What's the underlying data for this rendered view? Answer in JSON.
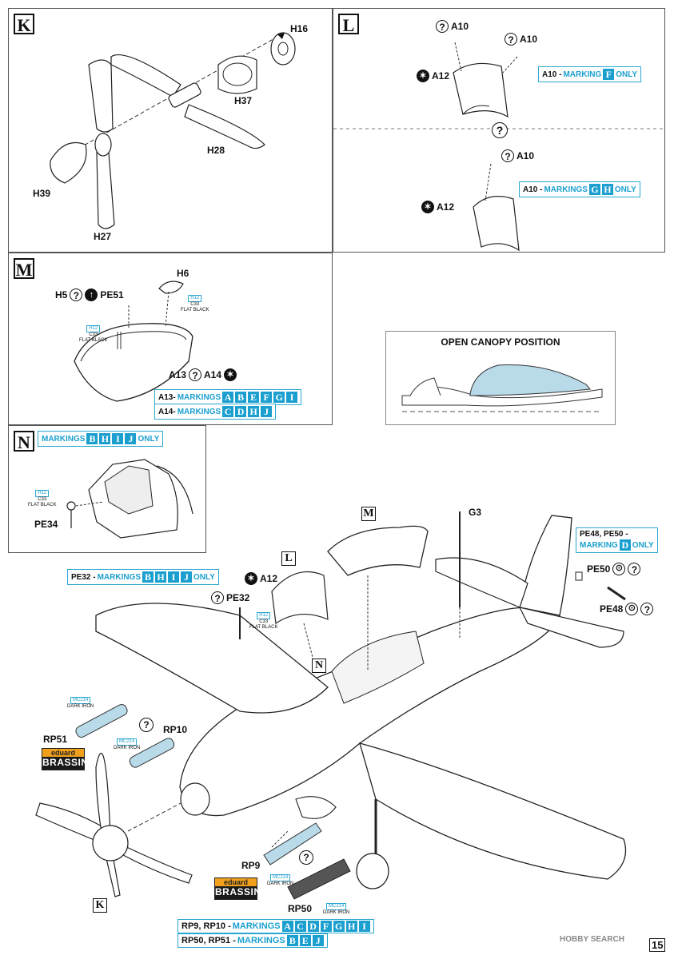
{
  "steps": {
    "K": {
      "letter": "K",
      "parts": [
        "H16",
        "H37",
        "H28",
        "H39",
        "H27"
      ]
    },
    "L": {
      "letter": "L",
      "top": {
        "a10_left": "A10",
        "a10_right": "A10",
        "a12": "A12",
        "note_part": "A10 - ",
        "note_text": "MARKING ",
        "note_tags": [
          "F"
        ],
        "note_suffix": " ONLY"
      },
      "bottom": {
        "a10": "A10",
        "a12": "A12",
        "note_part": "A10 - ",
        "note_text": "MARKINGS ",
        "note_tags": [
          "G",
          "H"
        ],
        "note_suffix": " ONLY"
      }
    },
    "M": {
      "letter": "M",
      "h6": "H6",
      "h5": "H5",
      "pe51": "PE51",
      "paint_code": "H12",
      "paint_code2": "C33",
      "paint_name": "FLAT BLACK",
      "a13": "A13",
      "a14": "A14",
      "note_a13_part": "A13- ",
      "note_a13_text": "MARKINGS ",
      "note_a13_tags": [
        "A",
        "B",
        "E",
        "F",
        "G",
        "I"
      ],
      "note_a14_part": "A14- ",
      "note_a14_text": "MARKINGS ",
      "note_a14_tags": [
        "C",
        "D",
        "H",
        "J"
      ]
    },
    "open_canopy": {
      "title": "OPEN CANOPY POSITION"
    },
    "N": {
      "letter": "N",
      "note_text": "MARKINGS ",
      "note_tags": [
        "B",
        "H",
        "I",
        "J"
      ],
      "note_suffix": " ONLY",
      "paint_code": "H12",
      "paint_code2": "C33",
      "paint_name": "FLAT BLACK",
      "pe34": "PE34"
    }
  },
  "main": {
    "pe32_note_part": "PE32 - ",
    "pe32_note_text": "MARKINGS ",
    "pe32_note_tags": [
      "B",
      "H",
      "I",
      "J"
    ],
    "pe32_note_suffix": " ONLY",
    "a12": "A12",
    "pe32": "PE32",
    "pe32_paint_code": "H12",
    "pe32_paint_code2": "C33",
    "pe32_paint_name": "FLAT BLACK",
    "g3": "G3",
    "tail_note_line1": "PE48, PE50 -",
    "tail_note_text": "MARKING ",
    "tail_note_tags": [
      "D"
    ],
    "tail_note_suffix": " ONLY",
    "pe50": "PE50",
    "pe48": "PE48",
    "rp51": "RP51",
    "rp10": "RP10",
    "rp9": "RP9",
    "rp50": "RP50",
    "mc_code": "MC214",
    "mc_name": "DARK IRON",
    "brassin_top": "eduard",
    "brassin_bottom": "BRASSIN",
    "step_refs": [
      "L",
      "M",
      "N",
      "K"
    ]
  },
  "bottom_notes": [
    {
      "part": "RP9, RP10 - ",
      "text": "MARKINGS ",
      "tags": [
        "A",
        "C",
        "D",
        "F",
        "G",
        "H",
        "I"
      ]
    },
    {
      "part": "RP50, RP51 - ",
      "text": "MARKINGS ",
      "tags": [
        "B",
        "E",
        "J"
      ]
    }
  ],
  "footer": {
    "logo": "HOBBY SEARCH",
    "page_number": "15"
  },
  "colors": {
    "accent": "#1a9fcf",
    "brassin_orange": "#f0a01c"
  }
}
